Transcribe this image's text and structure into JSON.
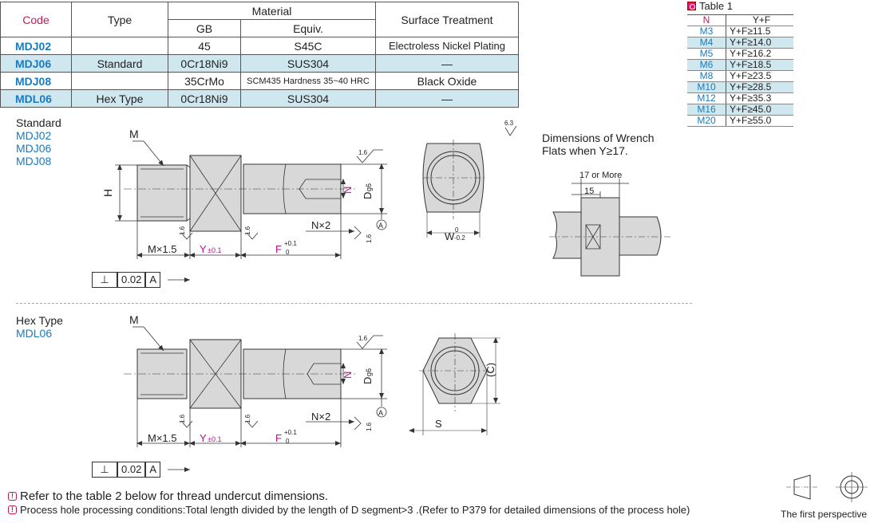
{
  "material_table": {
    "headers": {
      "code": "Code",
      "type": "Type",
      "material": "Material",
      "gb": "GB",
      "equiv": "Equiv.",
      "surface": "Surface Treatment"
    },
    "rows": [
      {
        "code": "MDJ02",
        "type": "",
        "gb": "45",
        "equiv": "S45C",
        "surface": "Electroless Nickel Plating"
      },
      {
        "code": "MDJ06",
        "type": "Standard",
        "gb": "0Cr18Ni9",
        "equiv": "SUS304",
        "surface": "—"
      },
      {
        "code": "MDJ08",
        "type": "",
        "gb": "35CrMo",
        "equiv": "SCM435 Hardness 35~40 HRC",
        "surface": "Black Oxide"
      },
      {
        "code": "MDL06",
        "type": "Hex Type",
        "gb": "0Cr18Ni9",
        "equiv": "SUS304",
        "surface": "—"
      }
    ]
  },
  "table1": {
    "title": "Table 1",
    "headers": {
      "n": "N",
      "v": "Y+F"
    },
    "rows": [
      {
        "n": "M3",
        "v": "Y+F≥11.5"
      },
      {
        "n": "M4",
        "v": "Y+F≥14.0"
      },
      {
        "n": "M5",
        "v": "Y+F≥16.2"
      },
      {
        "n": "M6",
        "v": "Y+F≥18.5"
      },
      {
        "n": "M8",
        "v": "Y+F≥23.5"
      },
      {
        "n": "M10",
        "v": "Y+F≥28.5"
      },
      {
        "n": "M12",
        "v": "Y+F≥35.3"
      },
      {
        "n": "M16",
        "v": "Y+F≥45.0"
      },
      {
        "n": "M20",
        "v": "Y+F≥55.0"
      }
    ]
  },
  "standard": {
    "title": "Standard",
    "codes": [
      "MDJ02",
      "MDJ06",
      "MDJ08"
    ],
    "wrench_note_line1": "Dimensions of Wrench",
    "wrench_note_line2": "Flats when Y≥17.",
    "wrench_17": "17 or More",
    "wrench_15": "15",
    "roughness_corner": "6.3"
  },
  "hex": {
    "title": "Hex Type",
    "codes": [
      "MDL06"
    ]
  },
  "dims": {
    "M": "M",
    "H": "H",
    "N": "N",
    "D": "D",
    "D_sub": "g6",
    "M15": "M×1.5",
    "Y": "Y",
    "Y_tol": "±0.1",
    "F": "F",
    "F_up": "+0.1",
    "F_low": "0",
    "Nx2": "N×2",
    "W": "W",
    "W_up": "0",
    "W_low": "-0.2",
    "A": "A",
    "rough": "1.6",
    "S": "S",
    "C": "(C)",
    "tol_val": "0.02",
    "tol_ref": "A"
  },
  "notes": {
    "note1": "Refer to the table 2 below for thread undercut dimensions.",
    "note2": "Process hole processing conditions:Total length divided by the length of D segment>3 .(Refer to P379 for detailed dimensions of the process hole)",
    "perspective": "The first perspective"
  }
}
